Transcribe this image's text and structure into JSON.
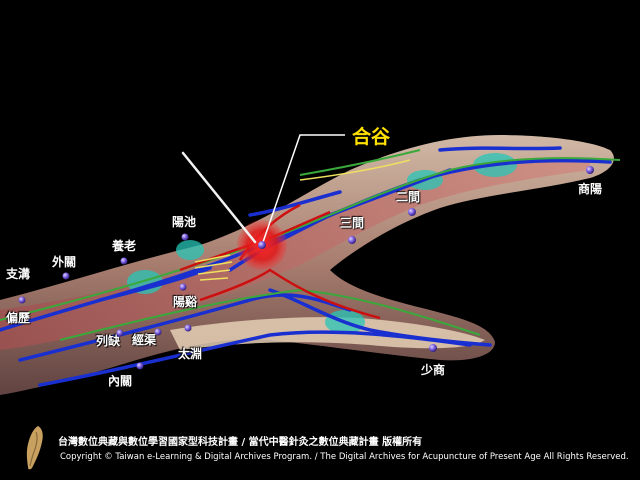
{
  "highlight_point": {
    "name": "合谷",
    "color": "#ffe000"
  },
  "points": [
    {
      "id": "shangyang",
      "name": "商陽"
    },
    {
      "id": "erjian",
      "name": "二間"
    },
    {
      "id": "sanjian",
      "name": "三間"
    },
    {
      "id": "yangchi",
      "name": "陽池"
    },
    {
      "id": "yanglao",
      "name": "養老"
    },
    {
      "id": "waiguan",
      "name": "外關"
    },
    {
      "id": "zhigou",
      "name": "支溝"
    },
    {
      "id": "pianli",
      "name": "偏歷"
    },
    {
      "id": "yangxi",
      "name": "陽谿"
    },
    {
      "id": "lieque",
      "name": "列缺"
    },
    {
      "id": "jingqu",
      "name": "經渠"
    },
    {
      "id": "taiyuan",
      "name": "太淵"
    },
    {
      "id": "neiguan",
      "name": "內關"
    },
    {
      "id": "shaoshang",
      "name": "少商"
    }
  ],
  "footer": {
    "line_cn": "台灣數位典藏與數位學習國家型科技計畫 / 當代中醫針灸之數位典藏計畫 版權所有",
    "line_en": "Copyright © Taiwan e-Learning & Digital Archives Program. / The Digital Archives for Acupuncture of Present Age All Rights Reserved."
  },
  "logo": {
    "icon": "taiwan-island-icon",
    "color": "#c8a060"
  },
  "colors": {
    "background": "#000000",
    "vessel_blue": "#1a2fd0",
    "vessel_red": "#cc1010",
    "nerve_green": "#3aa83a",
    "skin": "#d8b49a",
    "point_marker": "#8a6cf0"
  }
}
